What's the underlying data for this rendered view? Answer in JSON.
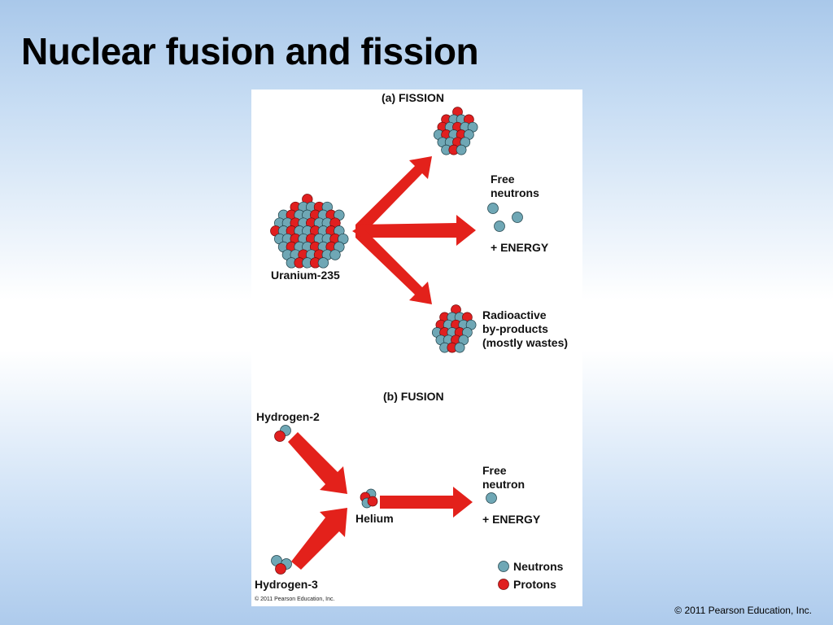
{
  "slide": {
    "title": "Nuclear fusion and fission",
    "copyright": "© 2011 Pearson Education, Inc."
  },
  "fission": {
    "heading": "(a) FISSION",
    "uranium_label": "Uranium-235",
    "free_neutrons_label_line1": "Free",
    "free_neutrons_label_line2": "neutrons",
    "energy_label": "+ ENERGY",
    "byproducts_line1": "Radioactive",
    "byproducts_line2": "by-products",
    "byproducts_line3": "(mostly wastes)"
  },
  "fusion": {
    "heading": "(b) FUSION",
    "hydrogen2_label": "Hydrogen-2",
    "hydrogen3_label": "Hydrogen-3",
    "helium_label": "Helium",
    "free_neutron_label_line1": "Free",
    "free_neutron_label_line2": "neutron",
    "energy_label": "+ ENERGY"
  },
  "legend": {
    "neutrons": "Neutrons",
    "protons": "Protons"
  },
  "figure_copyright": "© 2011 Pearson Education, Inc.",
  "colors": {
    "neutron": "#6fa7b5",
    "proton": "#e01f1f",
    "arrow": "#e3211b"
  }
}
